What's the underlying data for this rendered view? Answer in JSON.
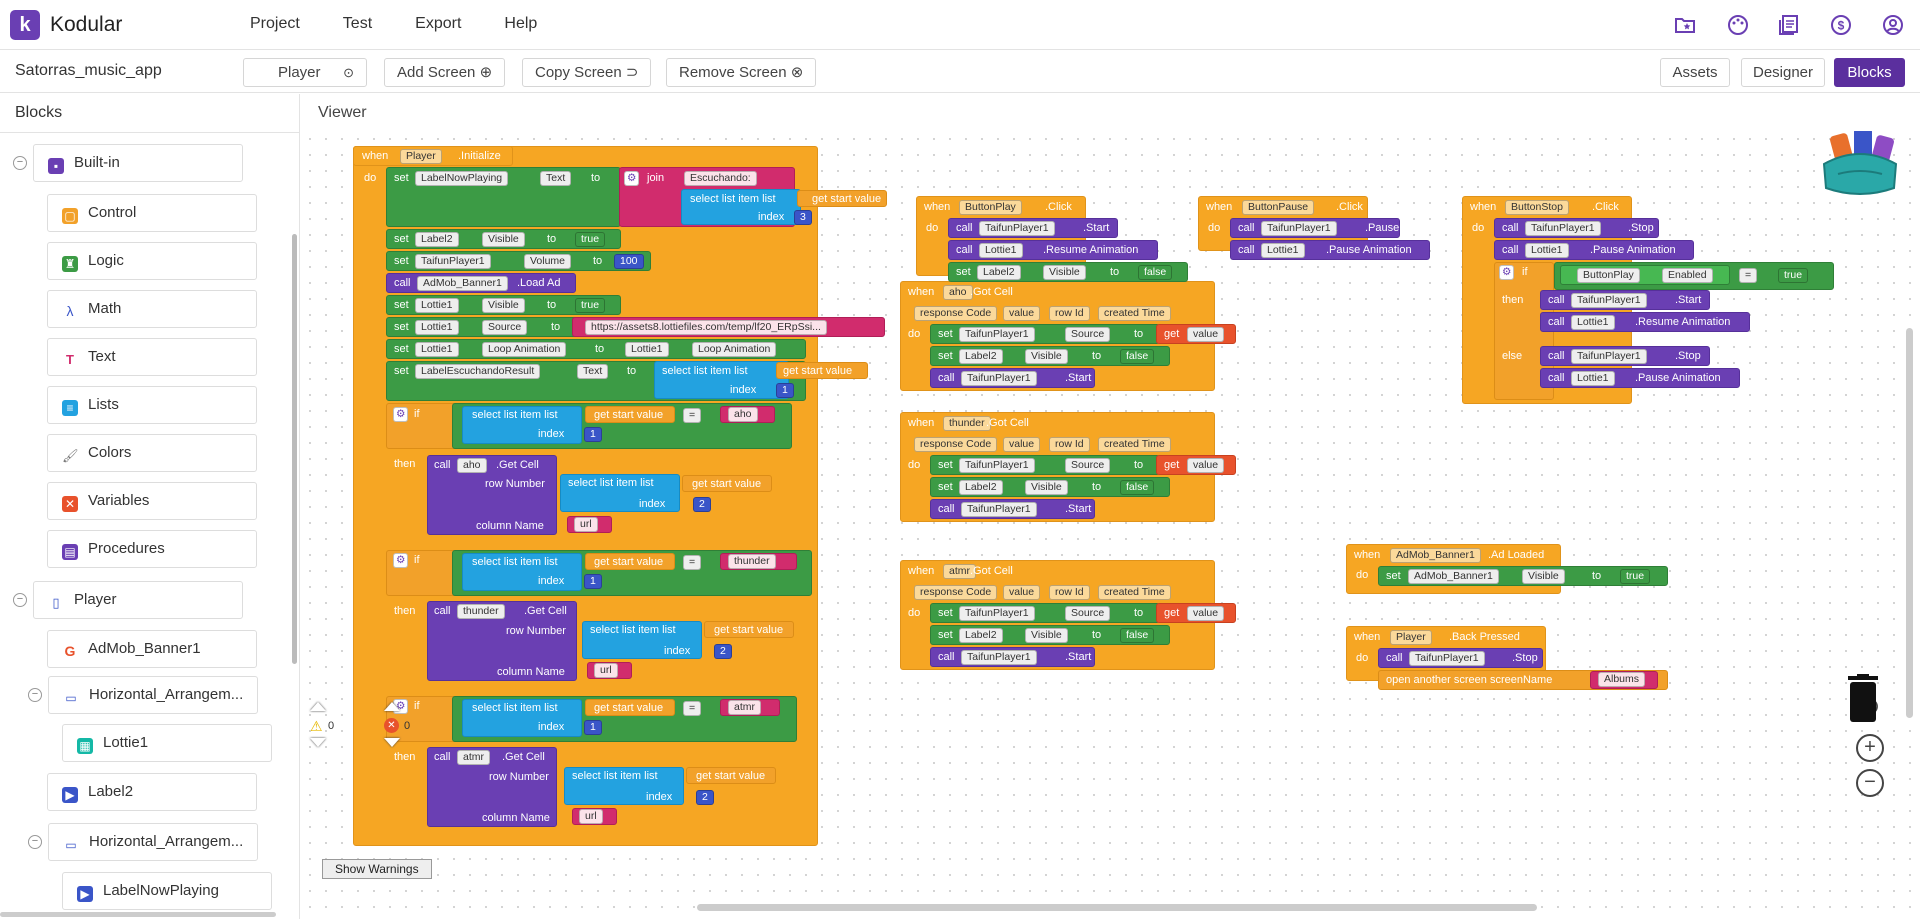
{
  "app": {
    "logo_letter": "k",
    "brand": "Kodular"
  },
  "menu": [
    "Project",
    "Test",
    "Export",
    "Help"
  ],
  "toolbar_icons": [
    "folder-star-icon",
    "palette-icon",
    "docs-icon",
    "dollar-icon",
    "account-icon"
  ],
  "project": {
    "name": "Satorras_music_app"
  },
  "screen_controls": {
    "screen": "Player",
    "add": "Add Screen",
    "copy": "Copy Screen",
    "remove": "Remove Screen"
  },
  "view_tabs": {
    "assets": "Assets",
    "designer": "Designer",
    "blocks": "Blocks",
    "active": "Blocks"
  },
  "sidebar": {
    "title": "Blocks",
    "builtin": "Built-in",
    "builtin_items": [
      "Control",
      "Logic",
      "Math",
      "Text",
      "Lists",
      "Colors",
      "Variables",
      "Procedures"
    ],
    "component_root": "Player",
    "components": [
      "AdMob_Banner1",
      "Horizontal_Arrangem...",
      "Lottie1",
      "Label2",
      "Horizontal_Arrangem...",
      "LabelNowPlaying"
    ]
  },
  "viewer": {
    "title": "Viewer"
  },
  "blocks": {
    "init": {
      "when": "when",
      "screen": "Player",
      "event": ".Initialize",
      "do": "do",
      "set": "set",
      "to": "to",
      "call": "call",
      "label_now_playing": "LabelNowPlaying",
      "text_prop": "Text",
      "join": "join",
      "escuchando": "Escuchando: ",
      "select_list_item": "select list item  list",
      "get_start_value": "get start value",
      "index": "index",
      "idx3": "3",
      "label2": "Label2",
      "visible": "Visible",
      "true": "true",
      "taifun": "TaifunPlayer1",
      "volume": "Volume",
      "vol100": "100",
      "admob": "AdMob_Banner1",
      "load_ad": ".Load Ad",
      "lottie": "Lottie1",
      "source": "Source",
      "url_long": "https://assets8.lottiefiles.com/temp/lf20_ERpSsi...",
      "loop_anim": "Loop Animation",
      "label_esc": "LabelEscuchandoResult",
      "idx1": "1",
      "if": "if",
      "then": "then",
      "eq": "=",
      "aho": "aho",
      "thunder": "thunder",
      "atmr": "atmr",
      "get_cell": ".Get Cell",
      "row_number": "row Number",
      "column_name": "column Name",
      "idx2": "2",
      "url": "url"
    },
    "got_cell": {
      "when": "when",
      "event": ".Got Cell",
      "response_code": "response Code",
      "value": "value",
      "row_id": "row Id",
      "created_time": "created Time",
      "do": "do",
      "set": "set",
      "to": "to",
      "get": "get",
      "call": "call",
      "start": ".Start",
      "taifun": "TaifunPlayer1",
      "source": "Source",
      "label2": "Label2",
      "visible": "Visible",
      "false": "false",
      "names": [
        "aho",
        "thunder",
        "atmr"
      ]
    },
    "play": {
      "when": "when",
      "comp": "ButtonPlay",
      "event": ".Click",
      "do": "do",
      "call": "call",
      "set": "set",
      "to": "to",
      "taifun": "TaifunPlayer1",
      "start": ".Start",
      "lottie": "Lottie1",
      "resume": ".Resume Animation",
      "label2": "Label2",
      "visible": "Visible",
      "false": "false"
    },
    "pause": {
      "when": "when",
      "comp": "ButtonPause",
      "event": ".Click",
      "do": "do",
      "call": "call",
      "taifun": "TaifunPlayer1",
      "pause": ".Pause",
      "lottie": "Lottie1",
      "pause_anim": ".Pause Animation"
    },
    "stop": {
      "when": "when",
      "comp": "ButtonStop",
      "event": ".Click",
      "do": "do",
      "call": "call",
      "taifun": "TaifunPlayer1",
      "stop": ".Stop",
      "lottie": "Lottie1",
      "pause_anim": ".Pause Animation",
      "if": "if",
      "then": "then",
      "else": "else",
      "buttonplay": "ButtonPlay",
      "enabled": "Enabled",
      "eq": "=",
      "true": "true",
      "start": ".Start",
      "resume": ".Resume Animation"
    },
    "admob_loaded": {
      "when": "when",
      "comp": "AdMob_Banner1",
      "event": ".Ad Loaded",
      "do": "do",
      "set": "set",
      "to": "to",
      "visible": "Visible",
      "true": "true"
    },
    "back": {
      "when": "when",
      "comp": "Player",
      "event": ".Back Pressed",
      "do": "do",
      "call": "call",
      "taifun": "TaifunPlayer1",
      "stop": ".Stop",
      "open": "open another screen  screenName",
      "albums": "Albums"
    }
  },
  "warnings": {
    "warn_count": "0",
    "error_count": "0",
    "show": "Show Warnings"
  }
}
